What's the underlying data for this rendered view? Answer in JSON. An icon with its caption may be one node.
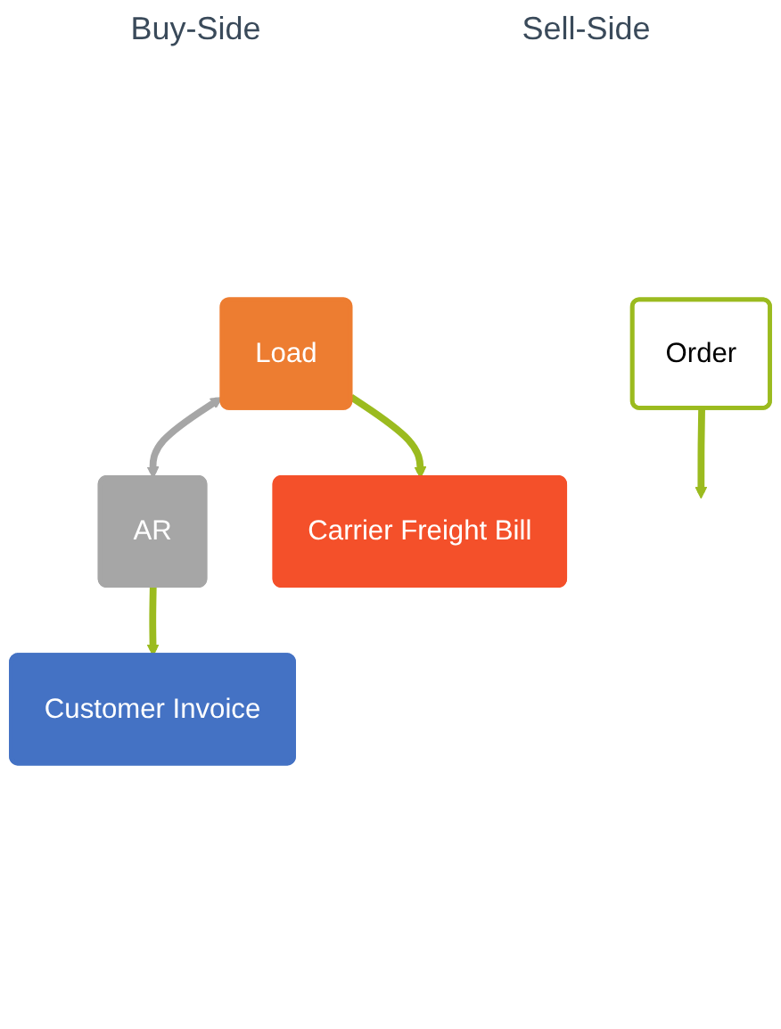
{
  "diagram": {
    "nodes": [
      {
        "text": [
          "Order"
        ]
      },
      {
        "text": [
          "Load"
        ]
      },
      {
        "text": [
          "AR"
        ]
      },
      {
        "text": [
          "Carrier Freight Bill"
        ]
      },
      {
        "text": [
          "Customer Invoice"
        ]
      }
    ],
    "edges": [
      {
        "from": 0,
        "to": null,
        "arrow": "to"
      },
      {
        "from": 1,
        "to": 2,
        "arrow": "both",
        "color": "#a6a6a6"
      },
      {
        "from": 1,
        "to": 3,
        "arrow": "to"
      },
      {
        "from": 2,
        "to": 4,
        "arrow": "to"
      }
    ],
    "labels": [
      "Buy-Side",
      "Sell-Side"
    ]
  }
}
